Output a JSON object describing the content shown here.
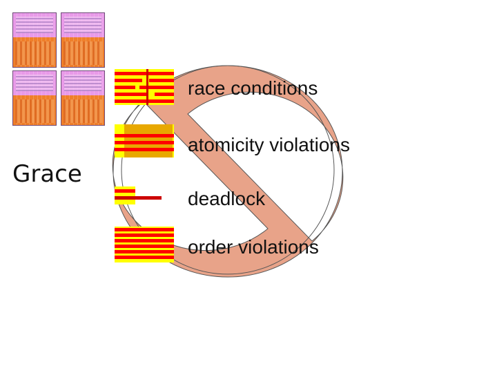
{
  "grace_label": "Grace",
  "bugs": [
    {
      "label": "race conditions",
      "icon": "race-stripes-icon"
    },
    {
      "label": "atomicity violations",
      "icon": "atomicity-stripes-icon"
    },
    {
      "label": "deadlock",
      "icon": "deadlock-stripes-icon"
    },
    {
      "label": "order violations",
      "icon": "order-stripes-icon"
    }
  ],
  "colors": {
    "stripe_red": "#ff0000",
    "stripe_yellow": "#ffff00",
    "atomic_highlight": "#e8a800",
    "no_sign_fill": "#e8a389",
    "no_sign_stroke": "#555555"
  }
}
